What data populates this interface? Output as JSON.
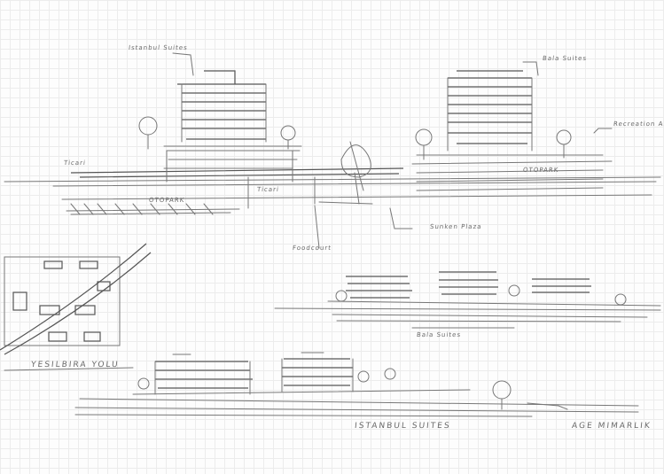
{
  "labels": {
    "tower_left": "Istanbul Suites",
    "tower_right": "Bala Suites",
    "recreation": "Recreation Area",
    "commercial": "Ticari",
    "otopark_left": "OTOPARK",
    "otopark_right": "OTOPARK",
    "ticari_mid": "Ticari",
    "sunken_plaza": "Sunken Plaza",
    "foodcourt": "Foodcourt",
    "elevation_caption": "Bala Suites",
    "road": "YESILBIRA YOLU",
    "project_title": "ISTANBUL SUITES",
    "office": "AGE MIMARLIK"
  },
  "colors": {
    "ink": "#6a6a6a",
    "grid": "#ececec"
  }
}
